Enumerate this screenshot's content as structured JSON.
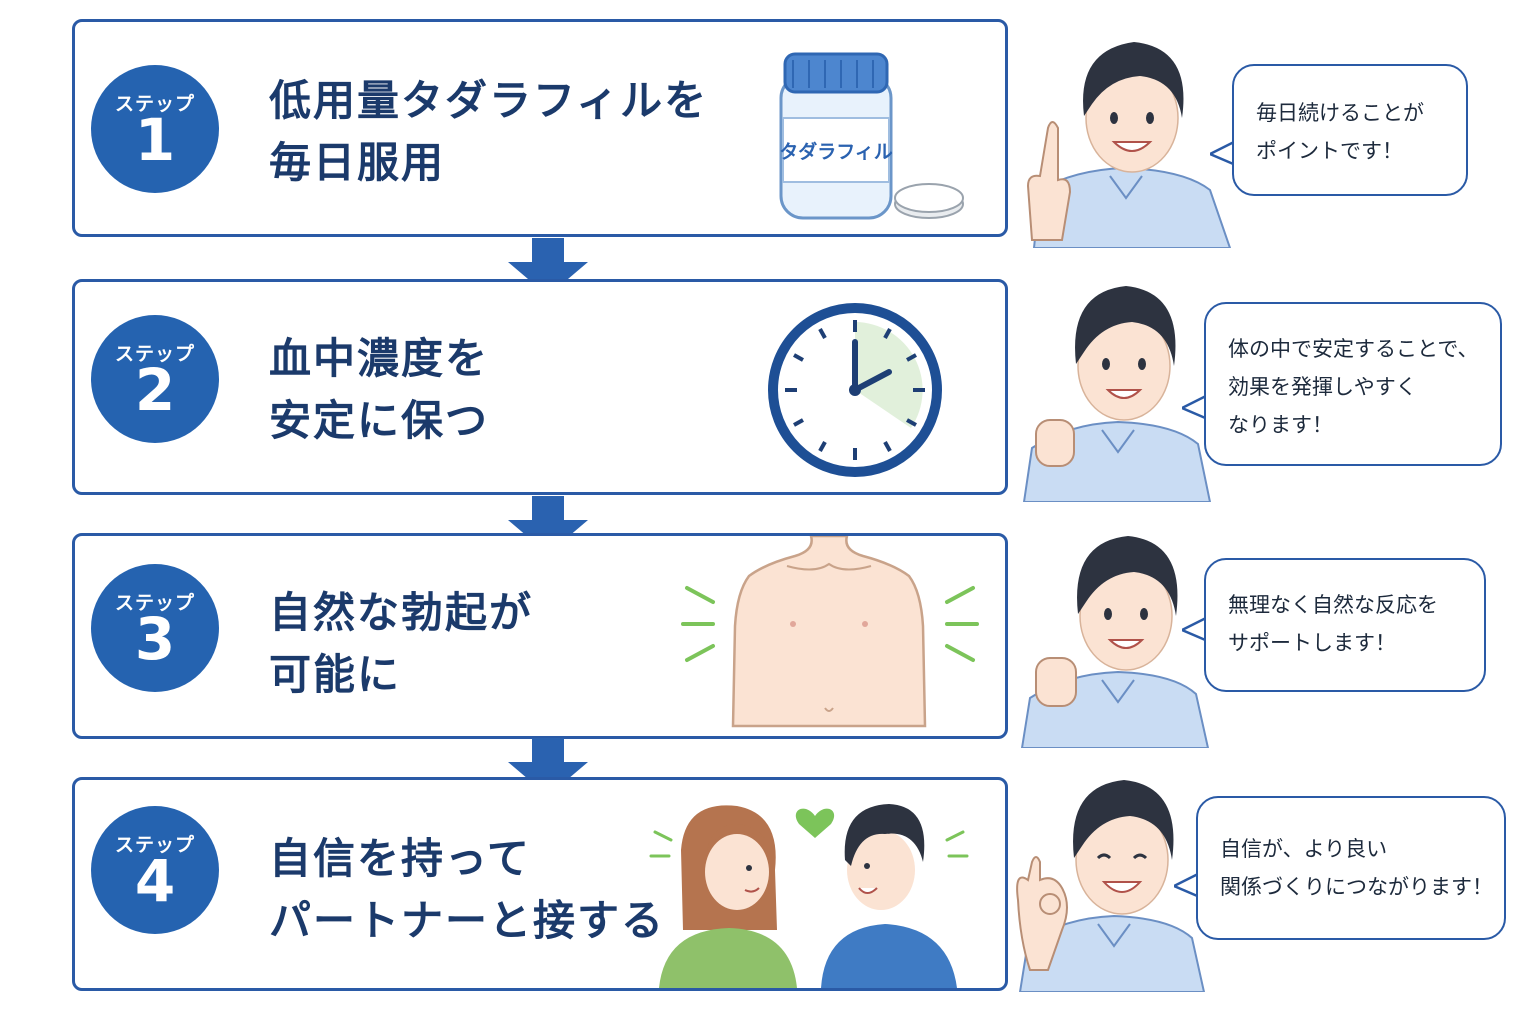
{
  "steps": [
    {
      "label": "ステップ",
      "number": "1",
      "title_lines": [
        "低用量タダラフィルを",
        "毎日服用"
      ],
      "bubble_lines": [
        "毎日続けることが",
        "ポイントです！"
      ],
      "illustration": "tadalafil-bottle-icon",
      "bottle_label": "タダラフィル"
    },
    {
      "label": "ステップ",
      "number": "2",
      "title_lines": [
        "血中濃度を",
        "安定に保つ"
      ],
      "bubble_lines": [
        "体の中で安定することで、",
        "効果を発揮しやすく",
        "なります！"
      ],
      "illustration": "clock-icon"
    },
    {
      "label": "ステップ",
      "number": "3",
      "title_lines": [
        "自然な勃起が",
        "可能に"
      ],
      "bubble_lines": [
        "無理なく自然な反応を",
        "サポートします！"
      ],
      "illustration": "torso-icon"
    },
    {
      "label": "ステップ",
      "number": "4",
      "title_lines": [
        "自信を持って",
        "パートナーと接する"
      ],
      "bubble_lines": [
        "自信が、より良い",
        "関係づくりにつながります！"
      ],
      "illustration": "couple-heart-icon"
    }
  ],
  "colors": {
    "primary": "#2563b0",
    "border": "#2a5aa6",
    "title_text": "#1b3a6b",
    "shirt": "#c9dcf3",
    "hair": "#2d3340",
    "accent_green": "#7cc45a"
  }
}
